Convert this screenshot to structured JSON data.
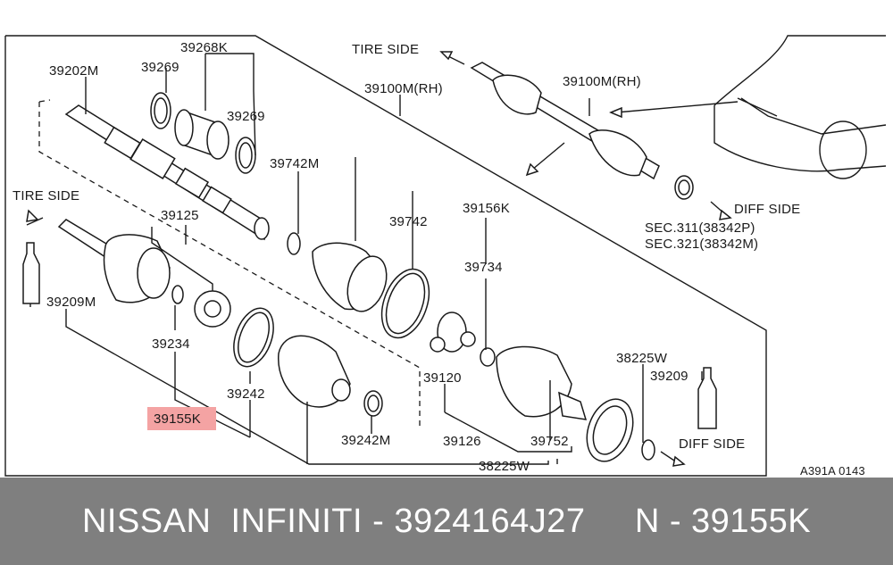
{
  "labels": {
    "l39202m": "39202M",
    "l39269a": "39269",
    "l39268k": "39268K",
    "l39269b": "39269",
    "l39100m_center": "39100M(RH)",
    "l39742m": "39742M",
    "l39742": "39742",
    "l39156k": "39156K",
    "l39734": "39734",
    "l39125": "39125",
    "l39209m": "39209M",
    "l39234": "39234",
    "l39242": "39242",
    "l39155k": "39155K",
    "l39242m": "39242M",
    "l39120": "39120",
    "l39126": "39126",
    "l39752": "39752",
    "l38225w_top": "38225W",
    "l39209": "39209",
    "l38225w_bottom": "38225W",
    "l39100m_top": "39100M(RH)",
    "sec311": "SEC.311(38342P)",
    "sec321": "SEC.321(38342M)"
  },
  "side_labels": {
    "tire_side_top": "TIRE SIDE",
    "tire_side_left": "TIRE SIDE",
    "diff_side_top": "DIFF SIDE",
    "diff_side_bottom": "DIFF SIDE"
  },
  "diagram_code": "A391A 0143",
  "highlight_color": "#f4a3a3",
  "footer": {
    "text": "NISSAN  INFINITI - 3924164J27     N - 39155K"
  }
}
